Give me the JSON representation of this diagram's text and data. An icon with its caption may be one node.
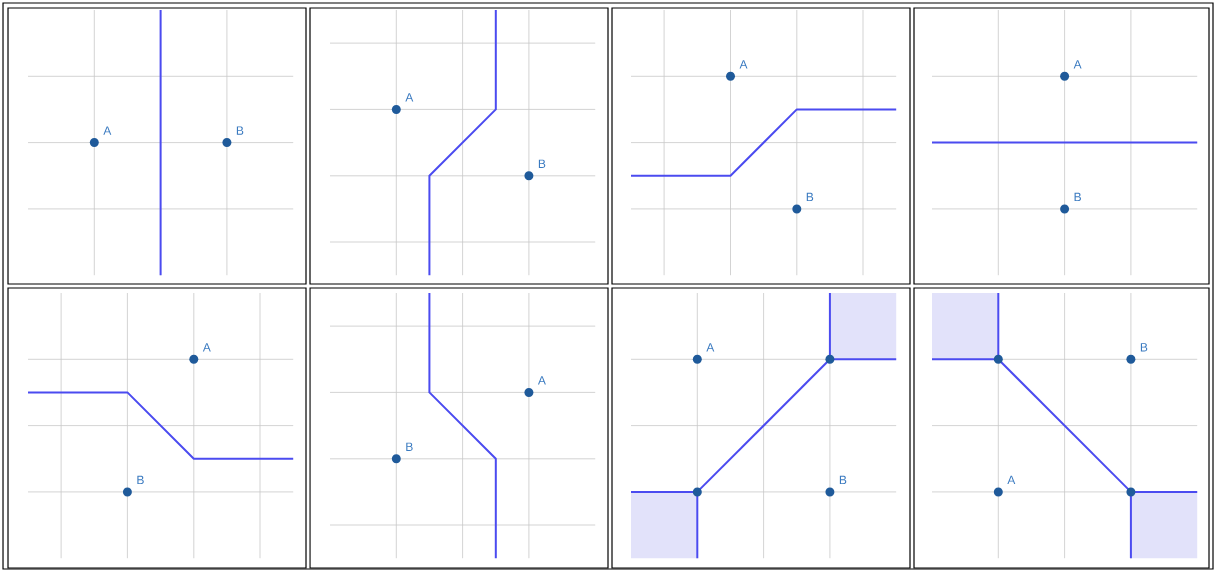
{
  "diagram": {
    "labels": [
      "A",
      "B",
      "A",
      "B",
      "A",
      "B",
      "A",
      "B",
      "A",
      "B",
      "A",
      "B",
      "A",
      "B",
      "B",
      "A"
    ]
  }
}
